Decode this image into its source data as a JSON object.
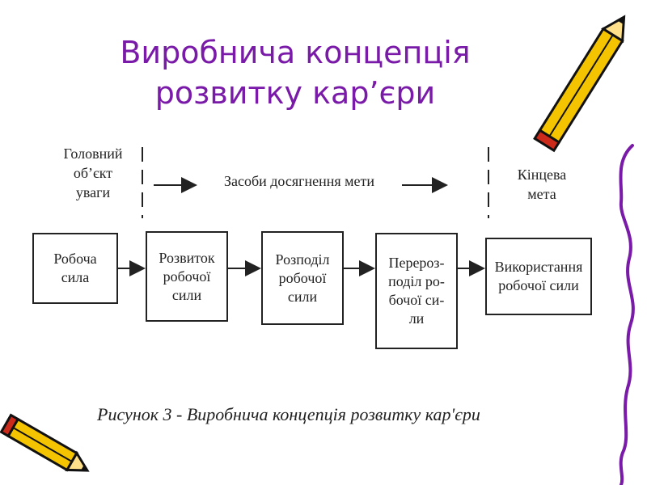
{
  "title": {
    "line1": "Виробнича концепція",
    "line2": "розвитку кар’єри"
  },
  "headers": {
    "left": "Головний\nоб’єкт\nуваги",
    "middle": "Засоби досягнення мети",
    "right": "Кінцева\nмета"
  },
  "nodes": [
    {
      "label": "Робоча\nсила"
    },
    {
      "label": "Розвиток\nробочої\nсили"
    },
    {
      "label": "Розподіл\nробочої\nсили"
    },
    {
      "label": "Перероз-\nподіл ро-\nбочої си-\nли"
    },
    {
      "label": "Використання\nробочої сили"
    }
  ],
  "caption": "Рисунок 3 - Виробнича концепція розвитку кар'єри",
  "colors": {
    "title": "#7a1aa8",
    "line": "#222222",
    "pencil_body": "#f5c400",
    "pencil_outline": "#111111",
    "pencil_tip": "#cc2a1a",
    "squiggle": "#7a1aa8"
  },
  "icons": [
    "pencil-icon",
    "pencil-icon",
    "squiggle-decoration"
  ]
}
